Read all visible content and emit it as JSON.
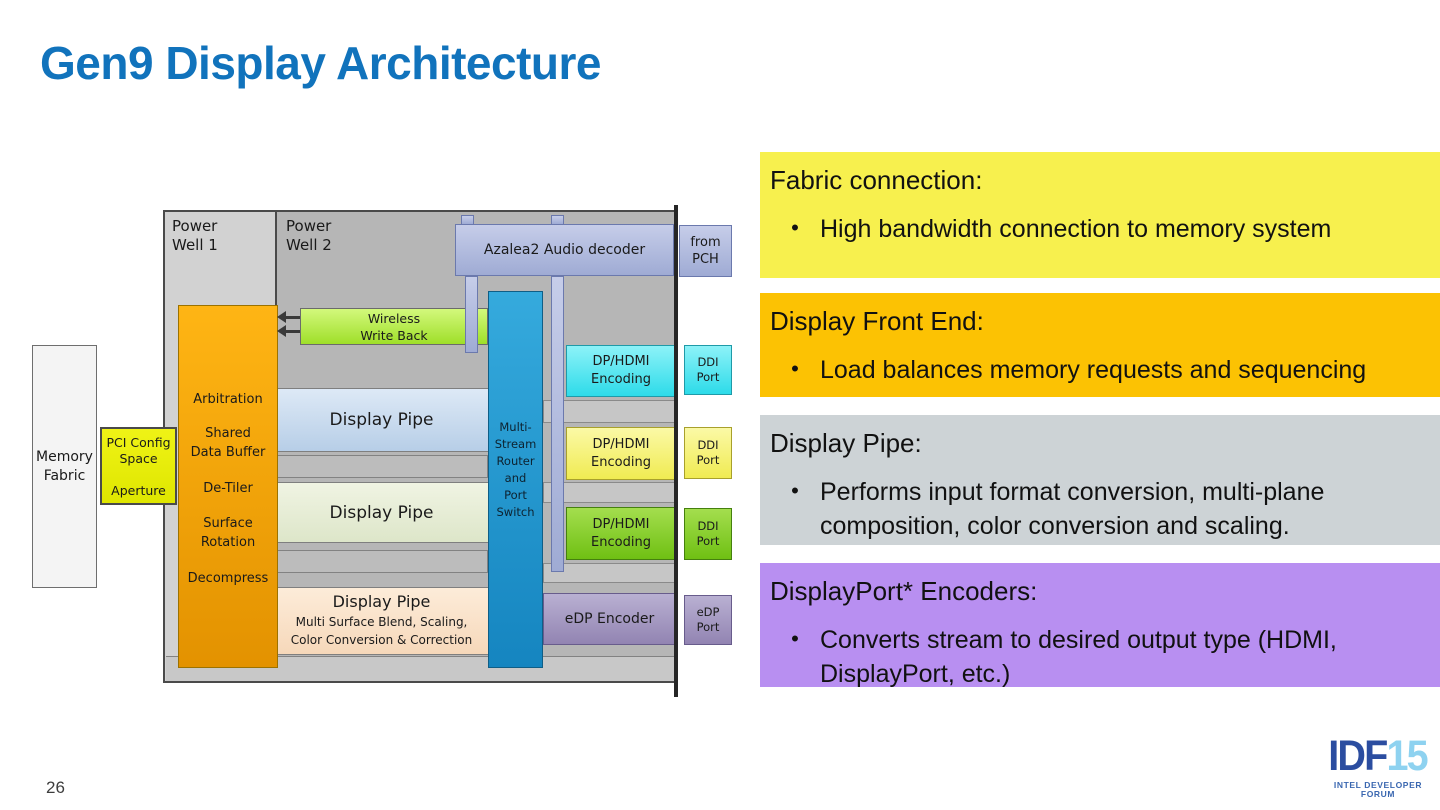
{
  "title": "Gen9 Display Architecture",
  "page_number": "26",
  "colors": {
    "title": "#1173bc",
    "panel_fabric": "#f7f04e",
    "panel_front_end": "#fcc203",
    "panel_pipe": "#cdd3d6",
    "panel_encoders": "#b88ff1",
    "orange_column": "#f2a300",
    "multi_stream_router": "#1f97cf",
    "encoder_cyan": "#3cdfec",
    "encoder_yellow": "#f3ee66",
    "encoder_green": "#7cc61c",
    "periwinkle": "#aab4dc"
  },
  "diagram": {
    "power_well_1": "Power\nWell 1",
    "power_well_2": "Power\nWell 2",
    "memory_fabric": "Memory\nFabric",
    "pci_config": "PCI Config\nSpace",
    "aperture": "Aperture",
    "front_end_items": [
      "Arbitration",
      "Shared\nData Buffer",
      "De-Tiler",
      "Surface\nRotation",
      "Decompress"
    ],
    "wireless_write_back": "Wireless\nWrite Back",
    "azalea": "Azalea2 Audio decoder",
    "from_pch": "from\nPCH",
    "multi_stream_router": "Multi-\nStream\nRouter\nand\nPort\nSwitch",
    "pipes": [
      "Display Pipe",
      "Display Pipe",
      "Display Pipe"
    ],
    "pipe3_sub1": "Multi Surface Blend, Scaling,",
    "pipe3_sub2": "Color Conversion & Correction",
    "encoder_rows": [
      {
        "label": "DP/HDMI\nEncoding",
        "port": "DDI\nPort"
      },
      {
        "label": "DP/HDMI\nEncoding",
        "port": "DDI\nPort"
      },
      {
        "label": "DP/HDMI\nEncoding",
        "port": "DDI\nPort"
      }
    ],
    "edp_encoder": "eDP Encoder",
    "edp_port": "eDP\nPort"
  },
  "panels": [
    {
      "title": "Fabric connection:",
      "bullet": "High bandwidth connection to memory system"
    },
    {
      "title": "Display Front End:",
      "bullet": "Load balances memory requests and sequencing"
    },
    {
      "title": "Display Pipe:",
      "bullet": "Performs input format conversion, multi-plane composition, color conversion and scaling."
    },
    {
      "title": "DisplayPort* Encoders:",
      "bullet": "Converts stream to desired output type (HDMI, DisplayPort, etc.)"
    }
  ],
  "logo": {
    "idf": "IDF",
    "year": "15",
    "subtitle": "INTEL DEVELOPER FORUM"
  }
}
